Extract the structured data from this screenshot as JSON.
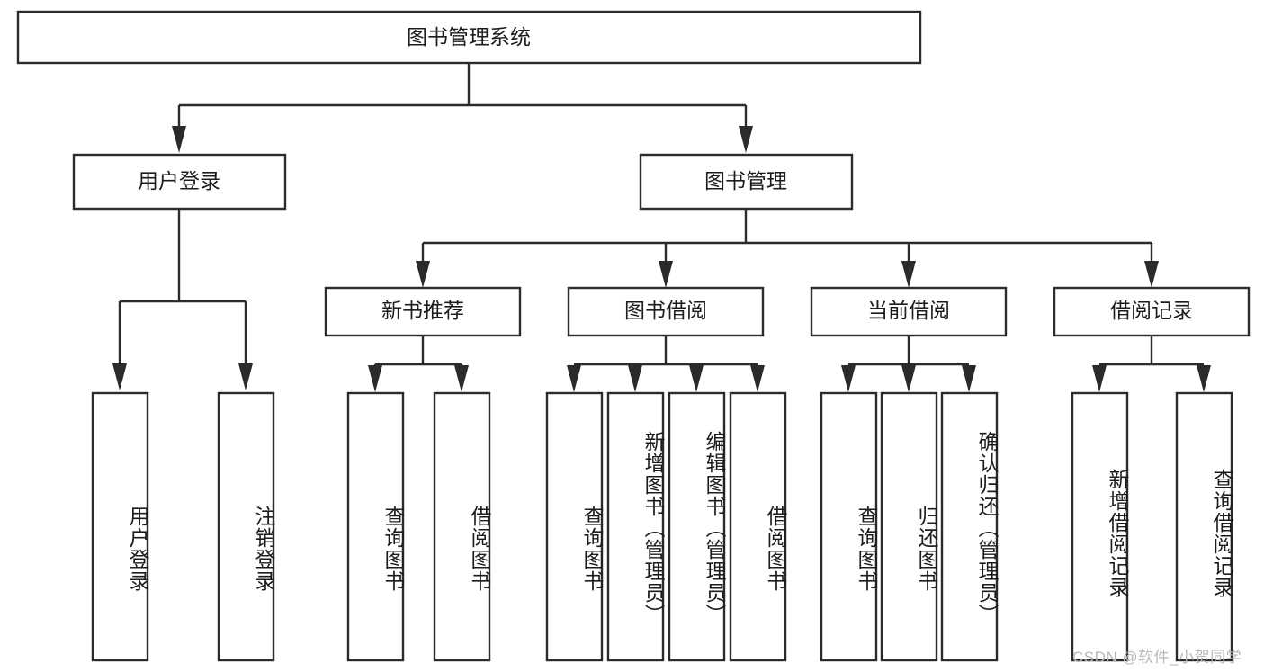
{
  "diagram": {
    "title": "图书管理系统",
    "type": "tree-hierarchy",
    "orientation": "top-down",
    "colors": {
      "stroke": "#2b2b2b",
      "node_fill": "#ffffff",
      "text": "#1c1c1c",
      "background": "#ffffff",
      "watermark": "#b9b9b9"
    },
    "root": {
      "label": "图书管理系统"
    },
    "level1": [
      {
        "label": "用户登录"
      },
      {
        "label": "图书管理"
      }
    ],
    "level2": [
      {
        "label": "新书推荐"
      },
      {
        "label": "图书借阅"
      },
      {
        "label": "当前借阅"
      },
      {
        "label": "借阅记录"
      }
    ],
    "leaves": {
      "user_login": [
        {
          "label": "用户登录"
        },
        {
          "label": "注销登录"
        }
      ],
      "new_book_recommend": [
        {
          "label": "查询图书"
        },
        {
          "label": "借阅图书"
        }
      ],
      "book_borrow": [
        {
          "label": "查询图书"
        },
        {
          "label": "新增图书（管理员）"
        },
        {
          "label": "编辑图书（管理员）"
        },
        {
          "label": "借阅图书"
        }
      ],
      "current_borrow": [
        {
          "label": "查询图书"
        },
        {
          "label": "归还图书"
        },
        {
          "label": "确认归还（管理员）"
        }
      ],
      "borrow_record": [
        {
          "label": "新增借阅记录"
        },
        {
          "label": "查询借阅记录"
        }
      ]
    }
  },
  "watermark": {
    "text": "CSDN @软件_小贺同学"
  }
}
